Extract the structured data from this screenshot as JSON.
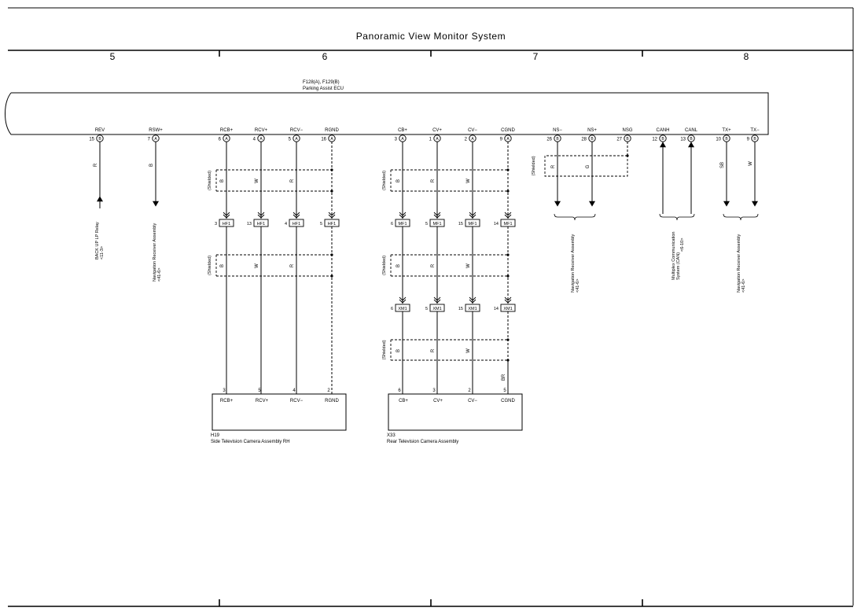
{
  "title": "Panoramic View Monitor System",
  "columns": [
    "5",
    "6",
    "7",
    "8"
  ],
  "ecu": {
    "code": "F128(A), F129(B)",
    "name": "Parking Assist ECU"
  },
  "pins": [
    {
      "id": "rev",
      "label": "REV",
      "num": "15",
      "conn": "B",
      "wire": "R",
      "dir": "up"
    },
    {
      "id": "rsw",
      "label": "RSW+",
      "num": "7",
      "conn": "A",
      "wire": "B",
      "dir": "down"
    },
    {
      "id": "rcbp",
      "label": "RCB+",
      "num": "6",
      "conn": "A",
      "wire": "B",
      "dir": "down"
    },
    {
      "id": "rcvp",
      "label": "RCV+",
      "num": "4",
      "conn": "A",
      "wire": "W",
      "dir": "down"
    },
    {
      "id": "rcvm",
      "label": "RCV−",
      "num": "5",
      "conn": "A",
      "wire": "R",
      "dir": "down"
    },
    {
      "id": "rgnd",
      "label": "RGND",
      "num": "16",
      "conn": "A",
      "wire": "",
      "dir": "down"
    },
    {
      "id": "cbp",
      "label": "CB+",
      "num": "3",
      "conn": "A",
      "wire": "B",
      "dir": "down"
    },
    {
      "id": "cvp",
      "label": "CV+",
      "num": "1",
      "conn": "A",
      "wire": "R",
      "dir": "down"
    },
    {
      "id": "cvm",
      "label": "CV−",
      "num": "2",
      "conn": "A",
      "wire": "W",
      "dir": "down"
    },
    {
      "id": "cgnd",
      "label": "CGND",
      "num": "9",
      "conn": "A",
      "wire": "",
      "dir": "down"
    },
    {
      "id": "nsm",
      "label": "NS−",
      "num": "26",
      "conn": "B",
      "wire": "R",
      "dir": "down"
    },
    {
      "id": "nsp",
      "label": "NS+",
      "num": "28",
      "conn": "B",
      "wire": "G",
      "dir": "down"
    },
    {
      "id": "nsg",
      "label": "NSG",
      "num": "27",
      "conn": "B",
      "wire": "",
      "dir": "down"
    },
    {
      "id": "canh",
      "label": "CANH",
      "num": "12",
      "conn": "B",
      "wire": "",
      "dir": "up"
    },
    {
      "id": "canl",
      "label": "CANL",
      "num": "13",
      "conn": "B",
      "wire": "",
      "dir": "up"
    },
    {
      "id": "txp",
      "label": "TX+",
      "num": "10",
      "conn": "B",
      "wire": "SB",
      "dir": "down"
    },
    {
      "id": "txm",
      "label": "TX−",
      "num": "9",
      "conn": "B",
      "wire": "W",
      "dir": "down"
    }
  ],
  "shielded_label": "(Shielded)",
  "hf1": {
    "name": "HF1",
    "pins": [
      "3",
      "13",
      "4",
      "5"
    ]
  },
  "mf1": {
    "name": "MF1",
    "pins": [
      "6",
      "5",
      "15",
      "14"
    ]
  },
  "xm1": {
    "name": "XM1",
    "pins": [
      "6",
      "5",
      "15",
      "14"
    ]
  },
  "wire_br": "BR",
  "dest": {
    "rev": {
      "name": "BACK UP LP Relay",
      "ref": "<11-3>"
    },
    "rsw": {
      "name": "Navigation Receiver Assembly",
      "ref": "<41-6>"
    },
    "ns": {
      "name": "Navigation Receiver Assembly",
      "ref": "<41-6>"
    },
    "can": {
      "name": "Multiplex Communication",
      "name2": "System (CAN)",
      "ref": "<6-10>"
    },
    "tx": {
      "name": "Navigation Receiver Assembly",
      "ref": "<41-6>"
    }
  },
  "h19": {
    "code": "H19",
    "name": "Side Television Camera Assembly RH",
    "pins": [
      {
        "num": "3",
        "label": "RCB+"
      },
      {
        "num": "5",
        "label": "RCV+"
      },
      {
        "num": "4",
        "label": "RCV−"
      },
      {
        "num": "2",
        "label": "RGND"
      }
    ]
  },
  "x33": {
    "code": "X33",
    "name": "Rear Television Camera Assembly",
    "pins": [
      {
        "num": "6",
        "label": "CB+"
      },
      {
        "num": "3",
        "label": "CV+"
      },
      {
        "num": "2",
        "label": "CV−"
      },
      {
        "num": "5",
        "label": "CGND"
      }
    ]
  }
}
